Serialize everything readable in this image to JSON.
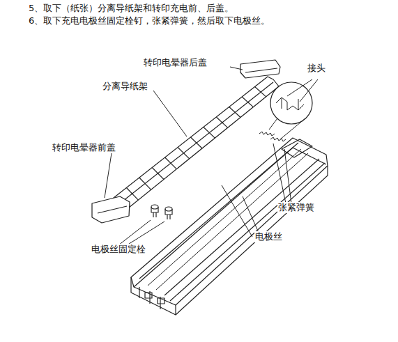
{
  "diagram": {
    "labels": [
      "5、取下（纸张）分离导纸架和转印充电前、后盖。",
      "6、取下充电电极丝固定栓钉，张紧弹簧，然后取下电极丝。",
      "转印电晕器后盖",
      "分离导纸架",
      "接头",
      "转印电晕器前盖",
      "张紧弹簧",
      "电极丝",
      "电极丝固定栓"
    ]
  }
}
